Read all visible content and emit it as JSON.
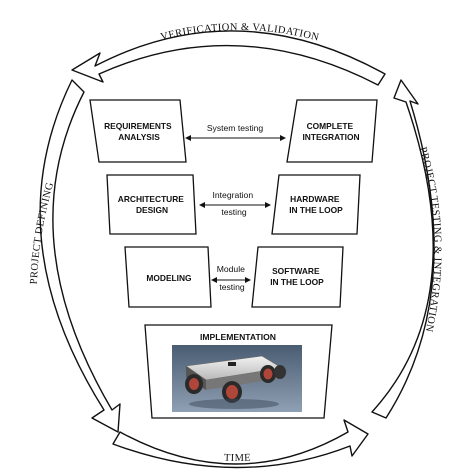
{
  "cycle_labels": {
    "top": "VERIFICATION & VALIDATION",
    "left": "PROJECT DEFINING",
    "right": "PROJECT TESTING & INTEGRATION",
    "bottom": "TIME"
  },
  "boxes": {
    "requirements": [
      "REQUIREMENTS",
      "ANALYSIS"
    ],
    "architecture": [
      "ARCHITECTURE",
      "DESIGN"
    ],
    "modeling": [
      "MODELING"
    ],
    "integration": [
      "COMPLETE",
      "INTEGRATION"
    ],
    "hil": [
      "HARDWARE",
      "IN THE LOOP"
    ],
    "sil": [
      "SOFTWARE",
      "IN THE LOOP"
    ],
    "implementation": "IMPLEMENTATION"
  },
  "connectors": {
    "system_testing": [
      "System testing"
    ],
    "integration_testing": [
      "Integration",
      "testing"
    ],
    "module_testing": [
      "Module",
      "testing"
    ]
  }
}
